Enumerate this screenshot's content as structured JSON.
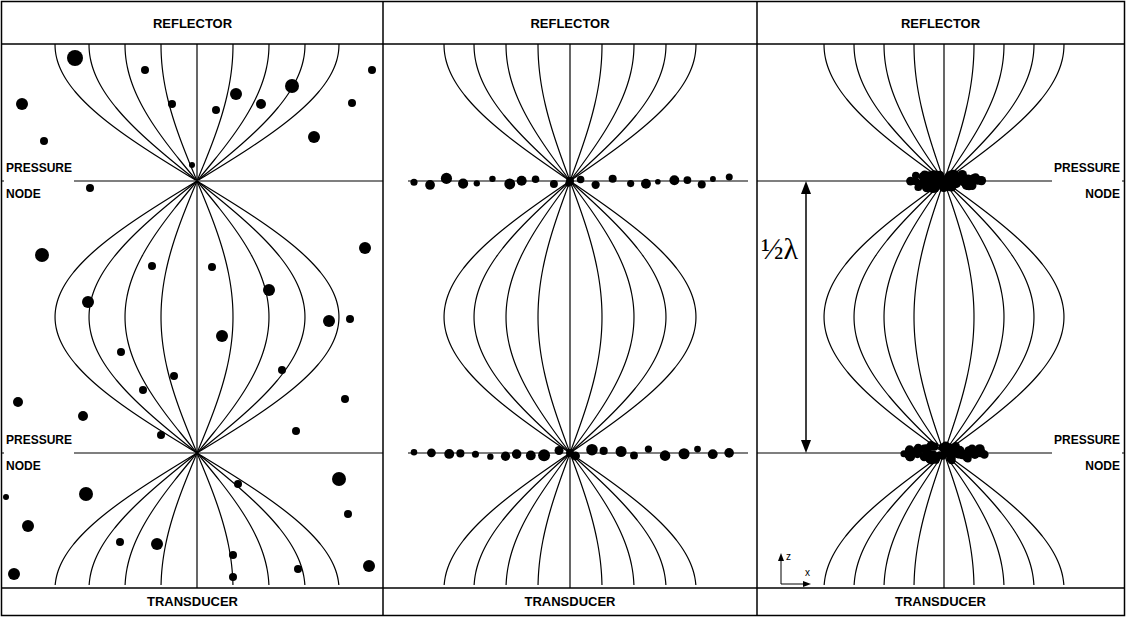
{
  "diagram": {
    "nodes": [
      {
        "text": [
          "REFLECTOR"
        ]
      },
      {
        "text": [
          "REFLECTOR"
        ]
      },
      {
        "text": [
          "REFLECTOR"
        ]
      },
      {
        "text": [
          "TRANSDUCER"
        ]
      },
      {
        "text": [
          "TRANSDUCER"
        ]
      },
      {
        "text": [
          "TRANSDUCER"
        ]
      }
    ],
    "labels": [
      "PRESSURE NODE",
      "PRESSURE NODE",
      "PRESSURE NODE",
      "PRESSURE NODE",
      "½λ",
      "z",
      "x"
    ]
  }
}
